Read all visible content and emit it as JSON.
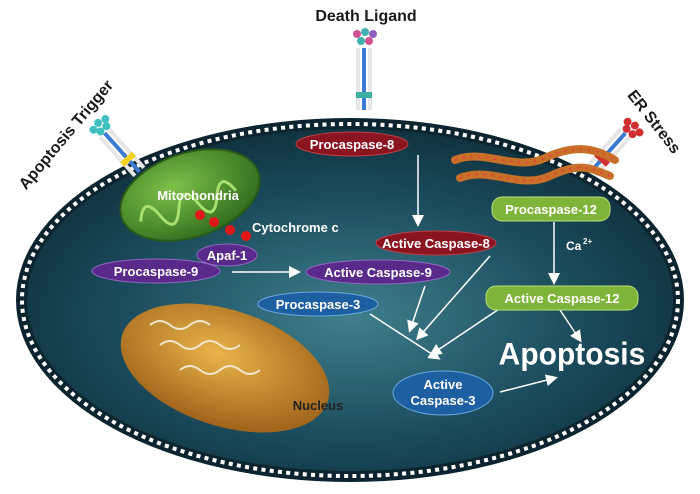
{
  "outside_labels": {
    "death_ligand": "Death Ligand",
    "apoptosis_trigger": "Apoptosis Trigger",
    "er_stress": "ER Stress"
  },
  "organelles": {
    "mitochondria": "Mitochondria",
    "nucleus": "Nucleus",
    "cytochrome_c": "Cytochrome c"
  },
  "nodes": {
    "procaspase_8": "Procaspase-8",
    "active_caspase_8": "Active Caspase-8",
    "apaf_1": "Apaf-1",
    "procaspase_9": "Procaspase-9",
    "active_caspase_9": "Active Caspase-9",
    "procaspase_3": "Procaspase-3",
    "active_caspase_3_line1": "Active",
    "active_caspase_3_line2": "Caspase-3",
    "procaspase_12": "Procaspase-12",
    "active_caspase_12": "Active Caspase-12",
    "calcium": "Ca",
    "calcium_charge": "2+"
  },
  "outcome": "Apoptosis",
  "colors": {
    "cell_fill": "#164050",
    "membrane": "#0d2630",
    "caspase8": "#8a1420",
    "caspase9": "#5a2a8a",
    "caspase3": "#1d5fa0",
    "caspase12": "#7fb43a",
    "mitochondria": "#4e8a2c",
    "nucleus": "#c98a2a"
  }
}
